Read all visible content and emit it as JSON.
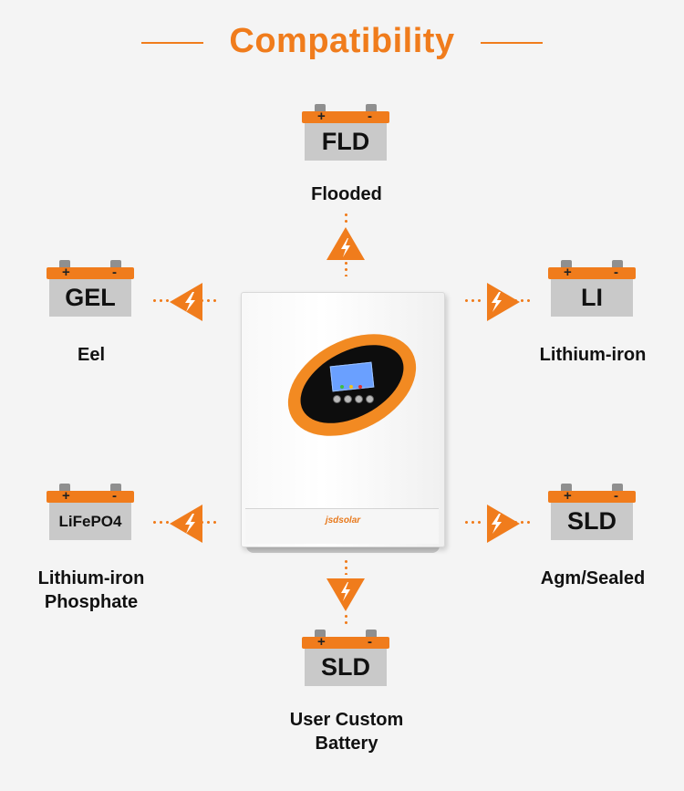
{
  "title": "Compatibility",
  "colors": {
    "accent": "#f07c1c",
    "battery_body": "#c9c9c9",
    "background": "#f4f4f4"
  },
  "battery_signs": {
    "plus": "+",
    "minus": "-"
  },
  "inverter": {
    "brand": "jsdsolar"
  },
  "batteries": {
    "top": {
      "code": "FLD",
      "label": "Flooded"
    },
    "left_upper": {
      "code": "GEL",
      "label": "Eel"
    },
    "right_upper": {
      "code": "LI",
      "label": "Lithium-iron"
    },
    "left_lower": {
      "code": "LiFePO4",
      "label_line1": "Lithium-iron",
      "label_line2": "Phosphate"
    },
    "right_lower": {
      "code": "SLD",
      "label": "Agm/Sealed"
    },
    "bottom": {
      "code": "SLD",
      "label_line1": "User Custom",
      "label_line2": "Battery"
    }
  },
  "icons": [
    "lightning-arrow-icon",
    "battery-icon"
  ]
}
